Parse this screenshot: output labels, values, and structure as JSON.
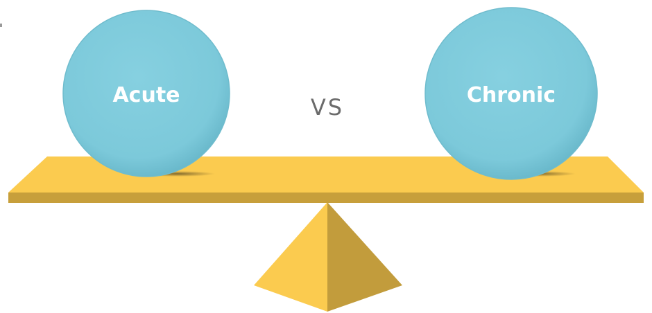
{
  "balance": {
    "left_label": "Acute",
    "middle_label": "VS",
    "right_label": "Chronic"
  },
  "colors": {
    "ball": "#7fcadb",
    "ball_edge": "#5aaabd",
    "label_text": "#ffffff",
    "vs_text": "#6b6b6b",
    "beam_top": "#fbcb4f",
    "beam_front": "#c79f3b",
    "fulcrum_light": "#fbcb4f",
    "fulcrum_dark": "#c29c3c"
  }
}
